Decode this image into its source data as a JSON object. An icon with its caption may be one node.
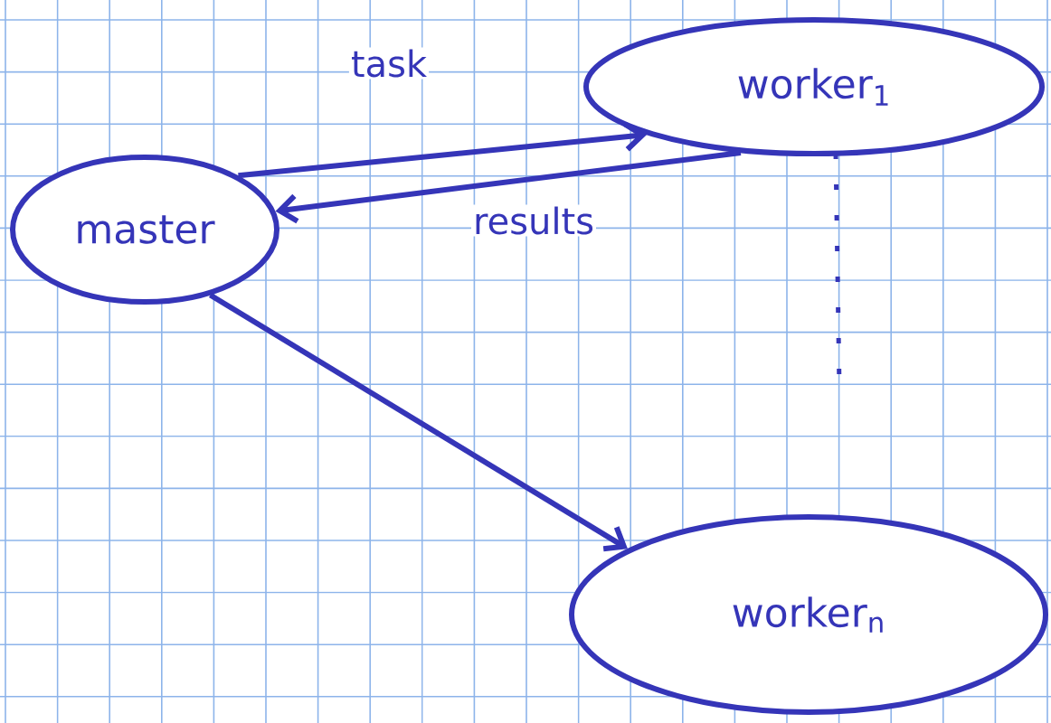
{
  "diagram": {
    "nodes": [
      {
        "text": [
          "master"
        ]
      },
      {
        "text": [
          "worker$_{1}$"
        ]
      },
      {
        "text": [
          "worker$_{n}$"
        ]
      }
    ],
    "edges": [
      {
        "from": 0,
        "to": 1,
        "arrow": "to",
        "label": "task"
      },
      {
        "from": 1,
        "to": 0,
        "arrow": "to",
        "label": "results"
      },
      {
        "from": 0,
        "to": 2,
        "arrow": "to"
      }
    ]
  }
}
